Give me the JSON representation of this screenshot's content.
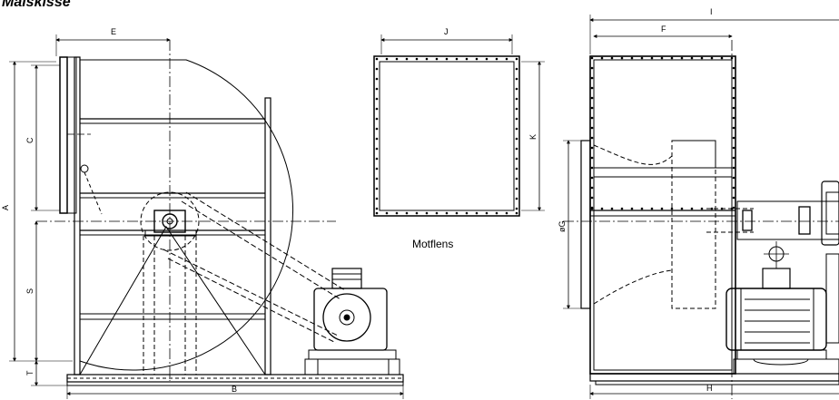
{
  "title": "Målskisse",
  "caption": "Motflens",
  "labels": {
    "A": "A",
    "B": "B",
    "C": "C",
    "E": "E",
    "S": "S",
    "T": "T",
    "J": "J",
    "K": "K",
    "F": "F",
    "I": "I",
    "G": "øG",
    "H": "H"
  }
}
